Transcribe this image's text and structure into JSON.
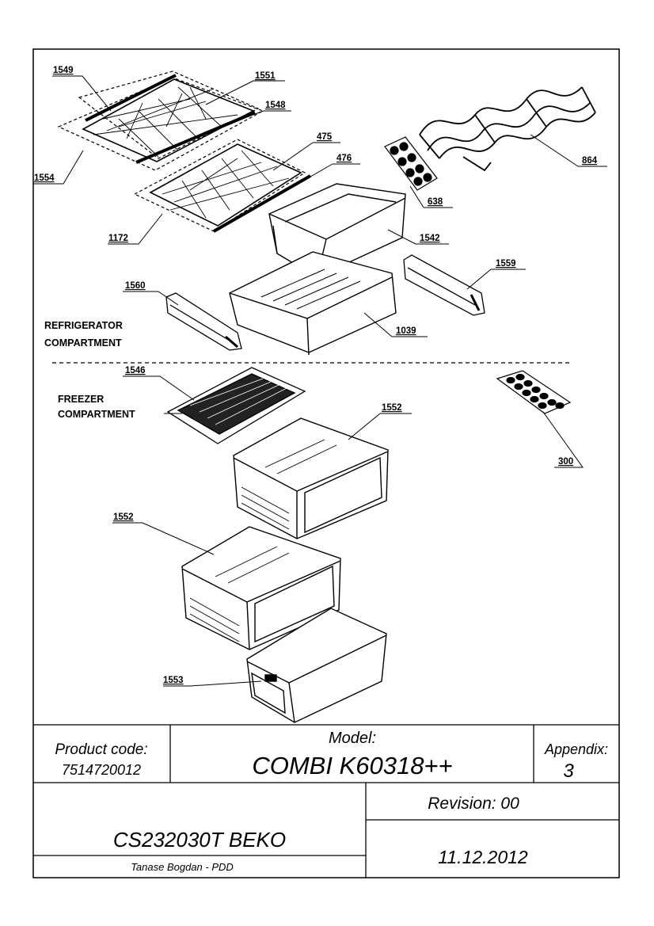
{
  "diagram": {
    "part_labels": {
      "p1549": "1549",
      "p1551": "1551",
      "p1548": "1548",
      "p1554": "1554",
      "p475": "475",
      "p476": "476",
      "p1172": "1172",
      "p864": "864",
      "p638": "638",
      "p1542": "1542",
      "p1559": "1559",
      "p1560": "1560",
      "p1039": "1039",
      "p1546": "1546",
      "p1552a": "1552",
      "p300": "300",
      "p1552b": "1552",
      "p1553": "1553"
    },
    "compartments": {
      "refrigerator_line1": "REFRIGERATOR",
      "refrigerator_line2": "COMPARTMENT",
      "freezer_line1": "FREEZER",
      "freezer_line2": "COMPARTMENT"
    }
  },
  "title_block": {
    "product_code_label": "Product code:",
    "product_code_value": "7514720012",
    "model_label": "Model:",
    "model_value": "COMBI K60318++",
    "appendix_label": "Appendix:",
    "appendix_value": "3",
    "drawing_name": "CS232030T BEKO",
    "author": "Tanase Bogdan - PDD",
    "revision": "Revision: 00",
    "date": "11.12.2012"
  }
}
